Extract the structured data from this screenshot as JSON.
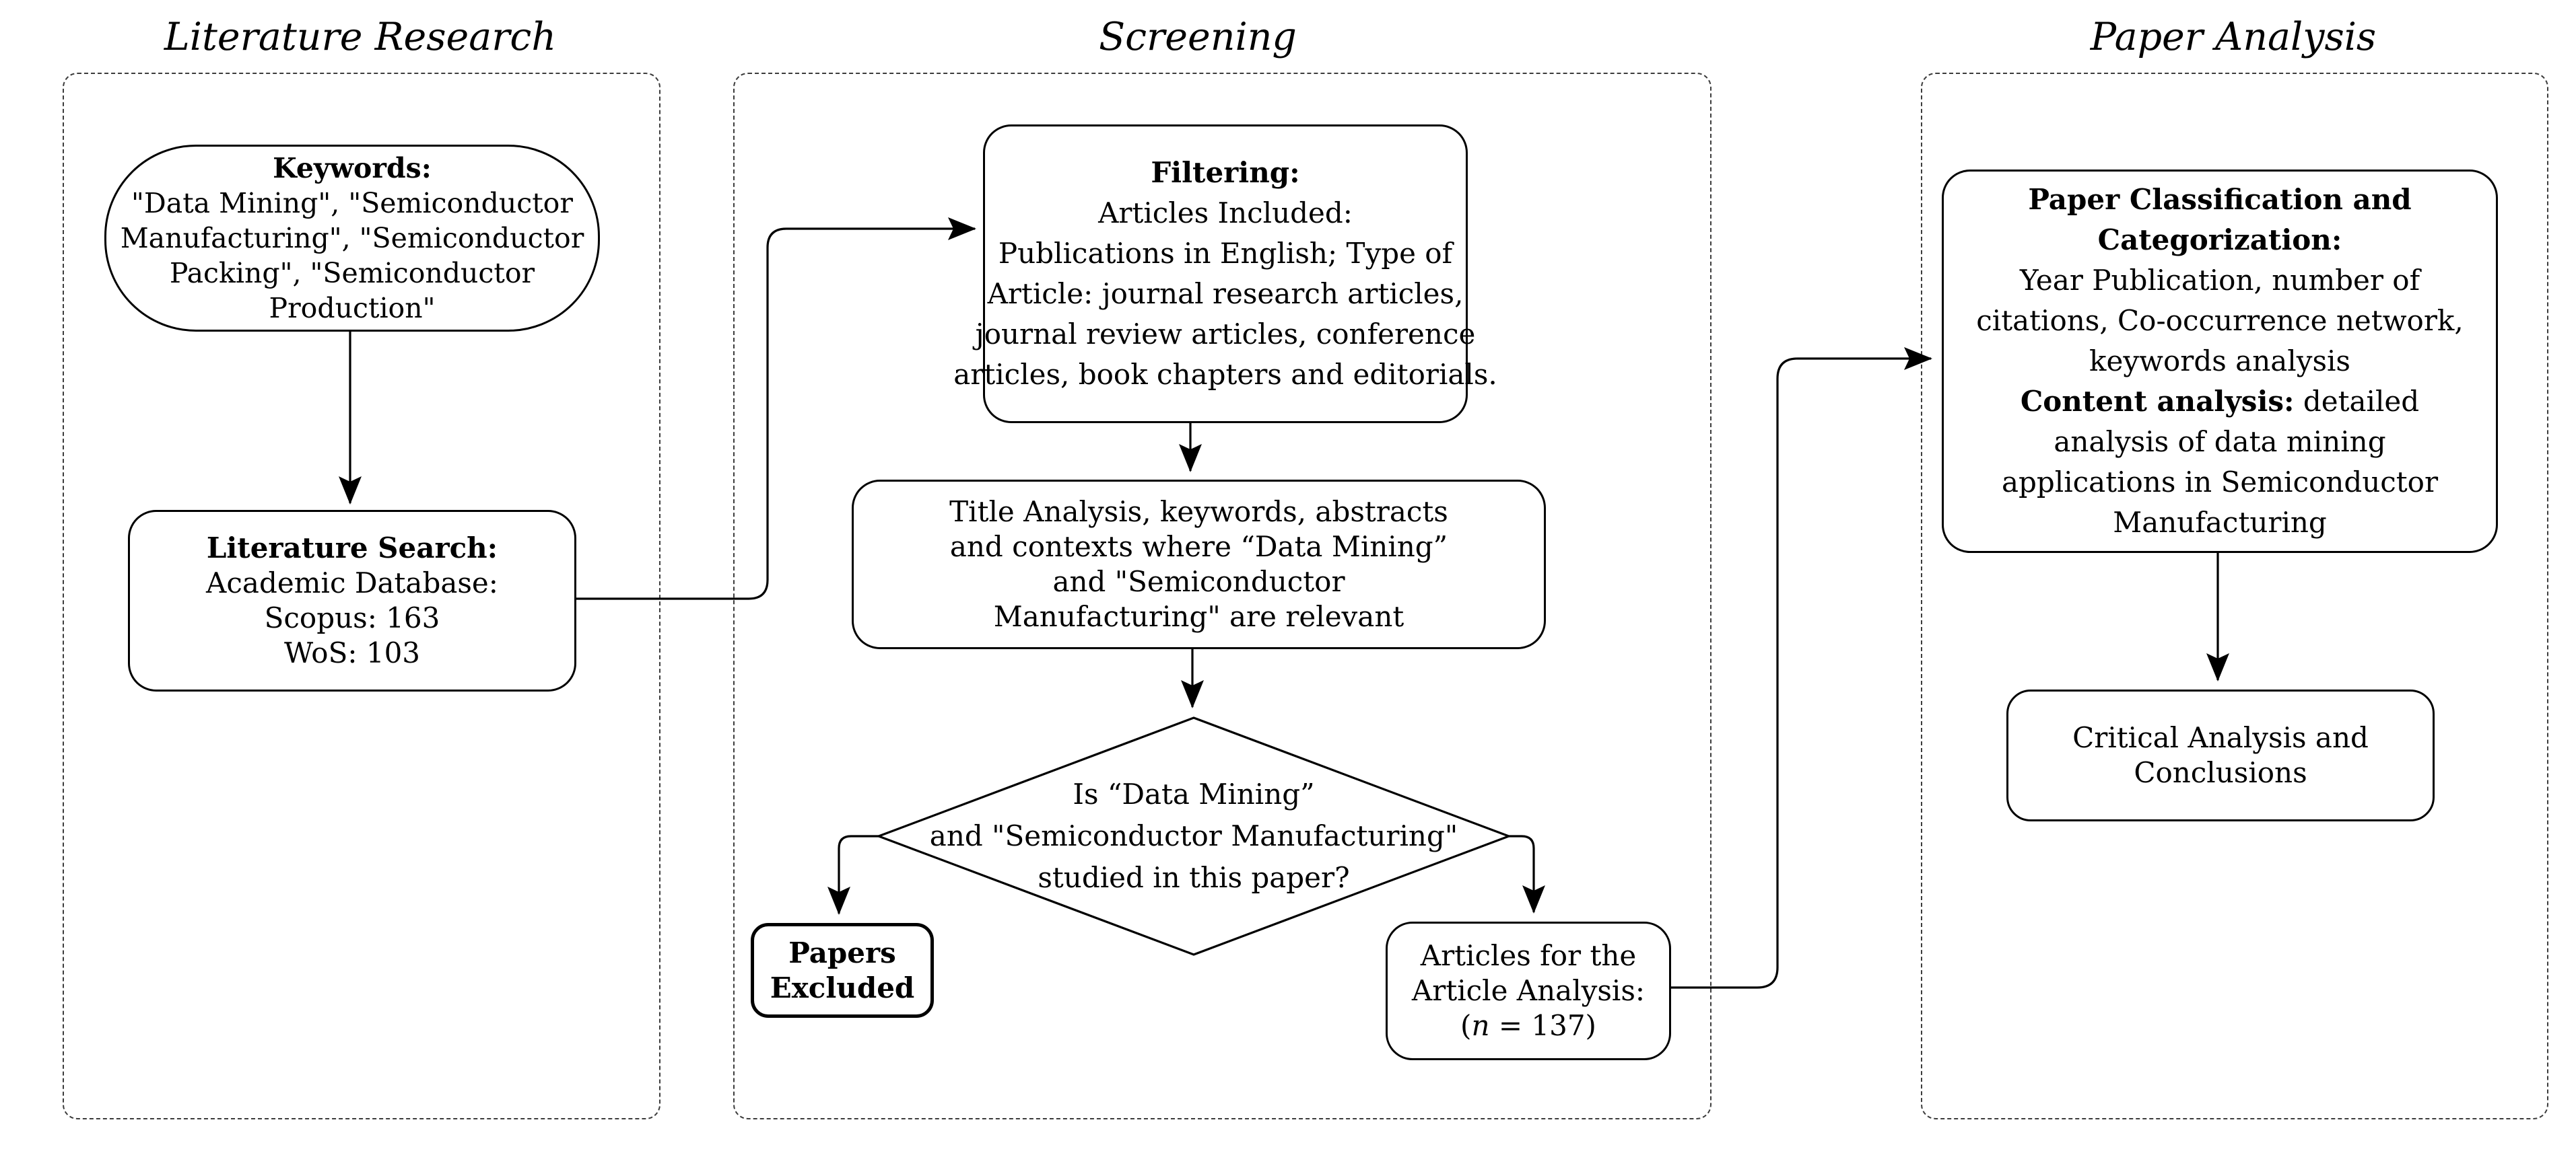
{
  "sections": {
    "literature_research": {
      "title": "Literature Research"
    },
    "screening": {
      "title": "Screening"
    },
    "paper_analysis": {
      "title": "Paper Analysis"
    }
  },
  "nodes": {
    "keywords": {
      "heading": "Keywords:",
      "line1": "\"Data Mining\", \"Semiconductor",
      "line2": "Manufacturing\", \"Semiconductor",
      "line3": "Packing\", \"Semiconductor",
      "line4": "Production\""
    },
    "literature_search": {
      "heading": "Literature Search:",
      "line1": "Academic Database:",
      "line2": "Scopus: 163",
      "line3": "WoS: 103"
    },
    "filtering": {
      "heading": "Filtering:",
      "line1": "Articles Included:",
      "line2": "Publications in English; Type of",
      "line3": "Article: journal research articles,",
      "line4": "journal review articles, conference",
      "line5": "articles, book chapters and editorials."
    },
    "title_analysis": {
      "line1": "Title Analysis, keywords, abstracts",
      "line2": "and contexts where “Data Mining”",
      "line3": "and \"Semiconductor",
      "line4": "Manufacturing\" are relevant"
    },
    "decision": {
      "line1": "Is “Data Mining”",
      "line2": "and \"Semiconductor Manufacturing\"",
      "line3": "studied in this paper?"
    },
    "papers_excluded": {
      "line1": "Papers",
      "line2": "Excluded"
    },
    "articles": {
      "line1": "Articles for the",
      "line2": "Article Analysis:",
      "line3_pre": "(",
      "line3_var": "n",
      "line3_post": " = 137)"
    },
    "paper_classification": {
      "heading1": "Paper Classification and",
      "heading2": "Categorization:",
      "line1": "Year Publication, number of",
      "line2": "citations, Co-occurrence network,",
      "line3": "keywords analysis",
      "line4_bold": "Content analysis:",
      "line4_rest": " detailed",
      "line5": "analysis of data mining",
      "line6": "applications in Semiconductor",
      "line7": "Manufacturing"
    },
    "critical": {
      "line1": "Critical Analysis and",
      "line2": "Conclusions"
    }
  },
  "colors": {
    "background": "#ffffff",
    "line": "#000000",
    "dashed_border": "#3c3c3c"
  }
}
